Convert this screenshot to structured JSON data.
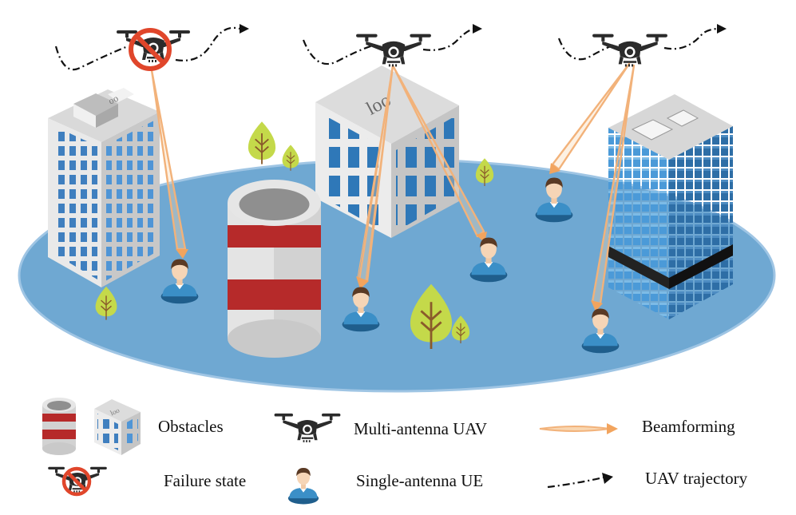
{
  "legend": {
    "obstacles": "Obstacles",
    "uav": "Multi-antenna UAV",
    "beamforming": "Beamforming",
    "failure": "Failure state",
    "ue": "Single-antenna UE",
    "trajectory": "UAV trajectory"
  },
  "building_marks": {
    "left_roof": "oo",
    "middle_roof": "loo",
    "legend_roof": "loo"
  },
  "colors": {
    "ground": "#6fa8d2",
    "beam": "#f2b27a",
    "cylinder_red": "#b62a2a",
    "tree": "#c4d94a",
    "failure": "#e0462b"
  },
  "icons": [
    "drone-icon",
    "failure-drone-icon",
    "user-icon",
    "building-icon",
    "cylinder-obstacle-icon",
    "tree-icon",
    "beam-arrow-icon",
    "trajectory-arrow-icon"
  ]
}
